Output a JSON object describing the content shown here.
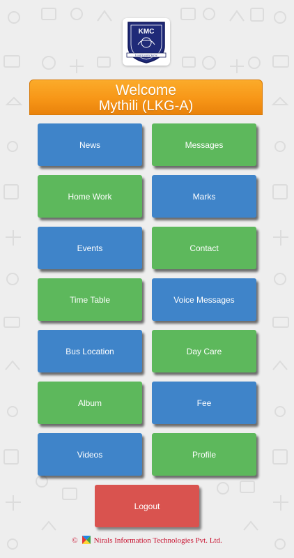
{
  "header": {
    "logo_text": "KMC",
    "logo_motto": "Lead Learn Serve",
    "welcome": "Welcome",
    "student": "Mythili (LKG-A)"
  },
  "menu": {
    "news": "News",
    "messages": "Messages",
    "homework": "Home Work",
    "marks": "Marks",
    "events": "Events",
    "contact": "Contact",
    "timetable": "Time Table",
    "voice_messages": "Voice Messages",
    "bus_location": "Bus Location",
    "day_care": "Day Care",
    "album": "Album",
    "fee": "Fee",
    "videos": "Videos",
    "profile": "Profile",
    "logout": "Logout"
  },
  "footer": {
    "copyright_symbol": "©",
    "company": "Nirals Information Technologies Pvt. Ltd."
  },
  "colors": {
    "blue": "#3f84c9",
    "green": "#5db85c",
    "red": "#d9534f",
    "orange": "#f79617",
    "background": "#eeeeee"
  }
}
